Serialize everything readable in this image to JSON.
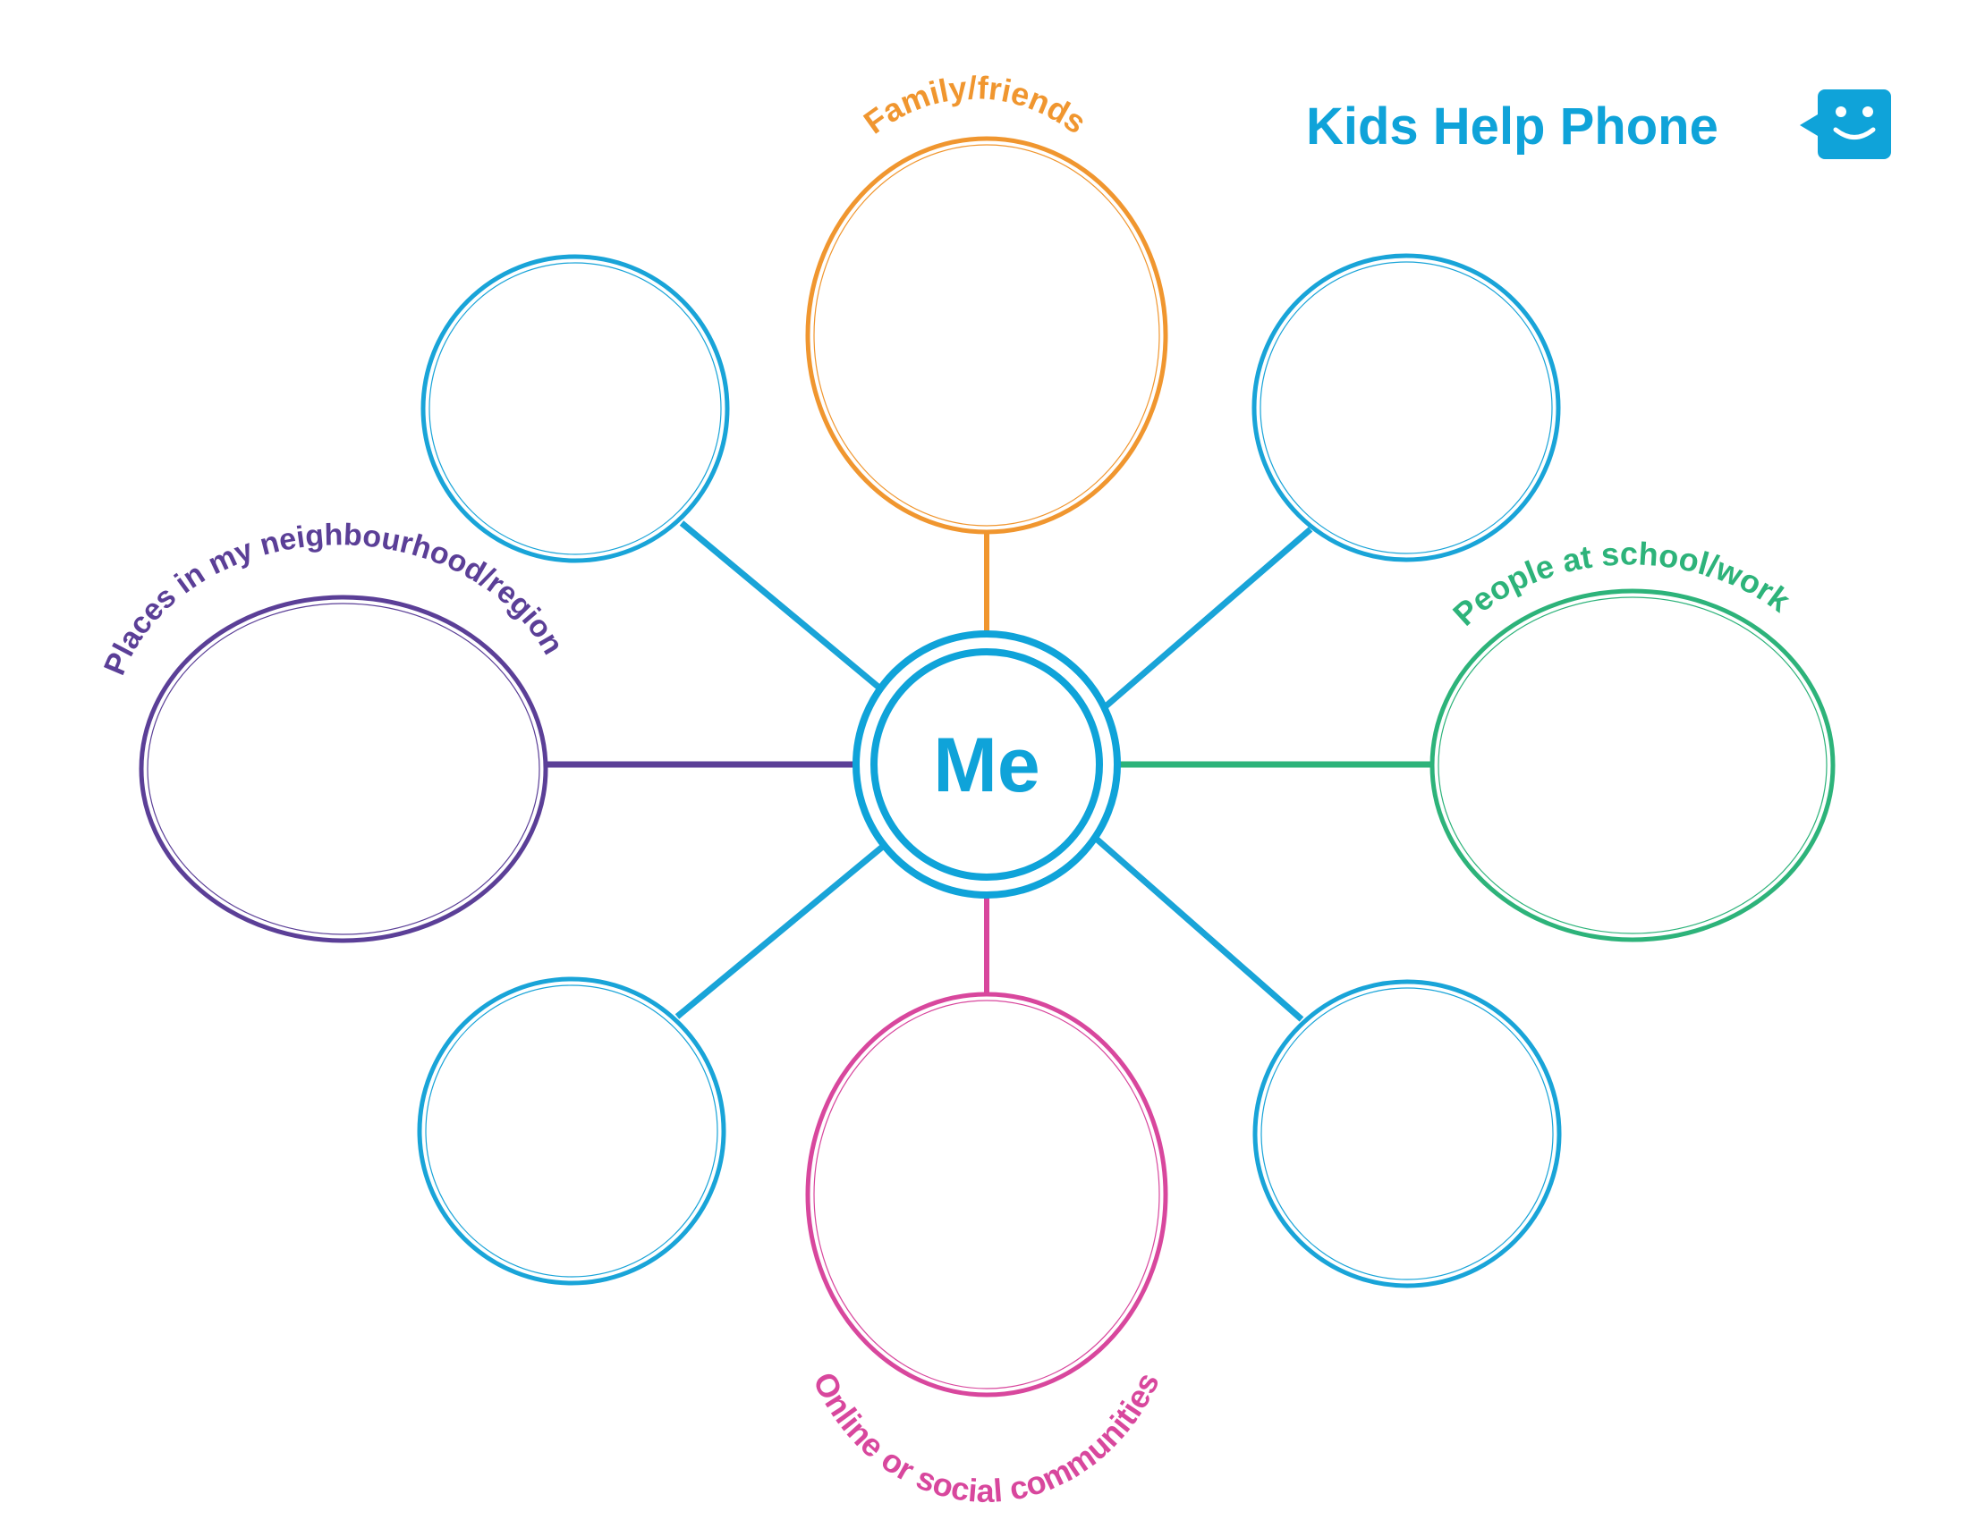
{
  "brand": {
    "name": "Kids Help Phone",
    "color": "#0fa3d9",
    "icon": "smiley-speech-bubble-icon"
  },
  "center": {
    "label": "Me",
    "color": "#0fa3d9"
  },
  "categories": {
    "family": {
      "label": "Family/friends",
      "color": "#f0962f"
    },
    "neighbourhood": {
      "label": "Places in my neighbourhood/region",
      "color": "#5b3f97"
    },
    "school": {
      "label": "People at school/work",
      "color": "#2db37a"
    },
    "online": {
      "label": "Online or social communities",
      "color": "#d8479d"
    }
  },
  "blank_circle_color": "#19a4d8"
}
